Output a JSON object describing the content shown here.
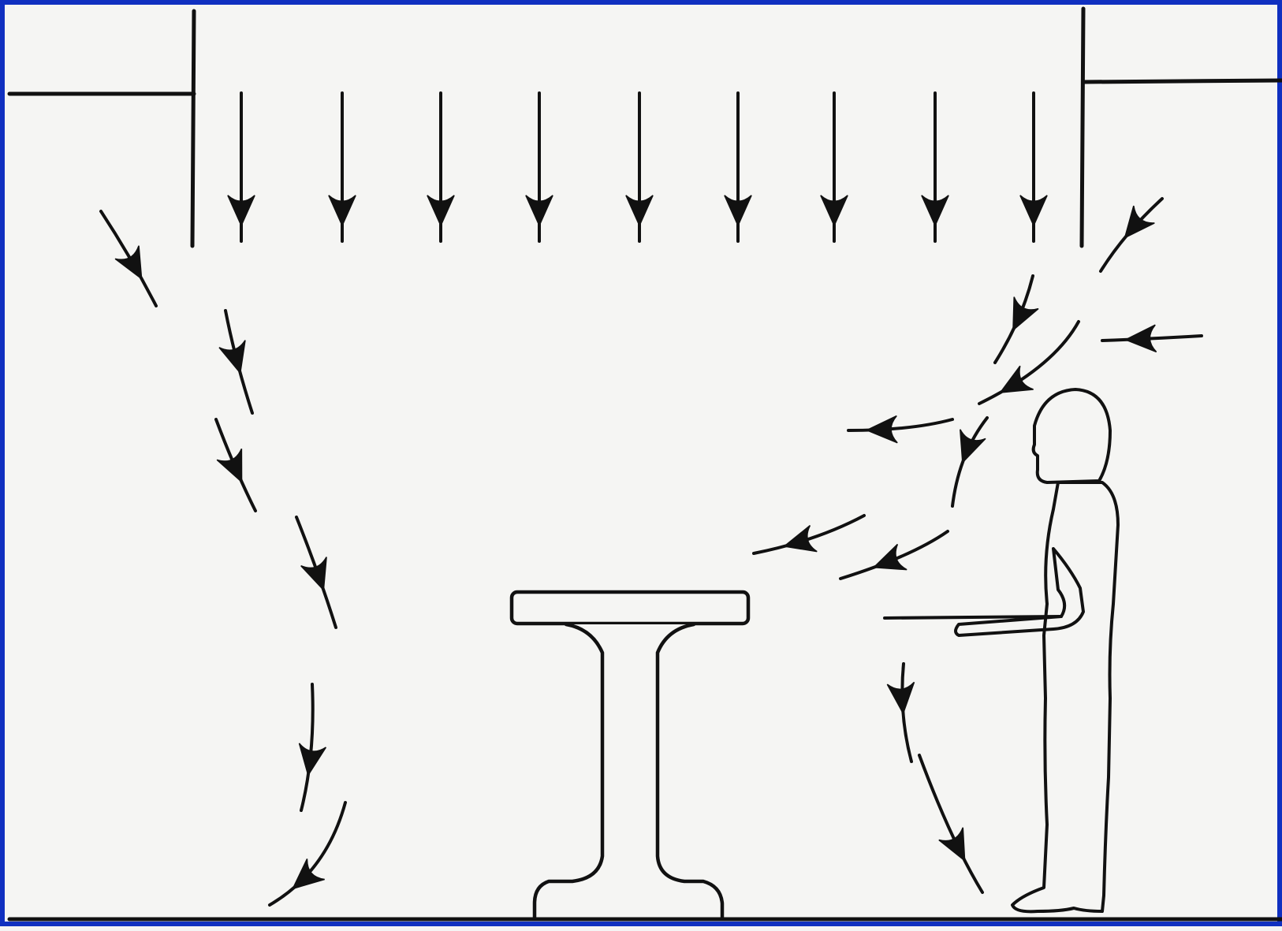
{
  "diagram": {
    "type": "laminar-airflow-illustration",
    "background_color": "#f5f5f3",
    "border_color": "#1030c0",
    "ink_color": "#111111",
    "figure_fill_pattern": "stipple",
    "elements": [
      "ceiling-filter-outlet",
      "supply-airflow-arrows",
      "entrained-airflow-arrows",
      "operating-table",
      "standing-person",
      "floor-line"
    ],
    "supply_arrow_count": 9
  }
}
